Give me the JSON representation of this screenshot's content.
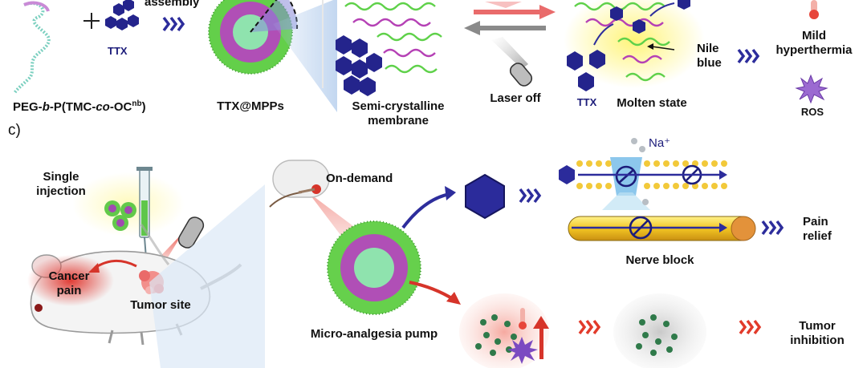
{
  "colors": {
    "navy": "#1c1c7a",
    "hex_blue": "#2b2b9b",
    "green": "#5fd14a",
    "magenta": "#b541b5",
    "red": "#d93a2a",
    "yellow": "#f3cf2f",
    "orange": "#e9923b"
  },
  "top_row": {
    "cut_label": "assembly",
    "polymer_label": {
      "pre": "PEG-",
      "b": "b",
      "mid1": "-P(TMC-",
      "co": "co",
      "mid2": "-OC",
      "sup": "nb",
      "post": ")"
    },
    "ttx_left": "TTX",
    "micelle_label": "TTX@MPPs",
    "membrane_label_1": "Semi-crystalline",
    "membrane_label_2": "membrane",
    "laser_label": "Laser off",
    "ttx_right": "TTX",
    "molten_label": "Molten state",
    "nile_label_1": "Nile",
    "nile_label_2": "blue",
    "hyper_label_1": "Mild",
    "hyper_label_2": "hyperthermia",
    "ros_label": "ROS"
  },
  "panel_c": {
    "panel_letter": "c)",
    "single_injection_1": "Single",
    "single_injection_2": "injection",
    "cancer_pain_1": "Cancer",
    "cancer_pain_2": "pain",
    "tumor_site": "Tumor site",
    "on_demand": "On-demand",
    "sodium": "Na⁺",
    "nerve_block": "Nerve block",
    "pain_relief_1": "Pain",
    "pain_relief_2": "relief",
    "pump_label": "Micro-analgesia pump",
    "tumor_inhibition_1": "Tumor",
    "tumor_inhibition_2": "inhibition"
  }
}
